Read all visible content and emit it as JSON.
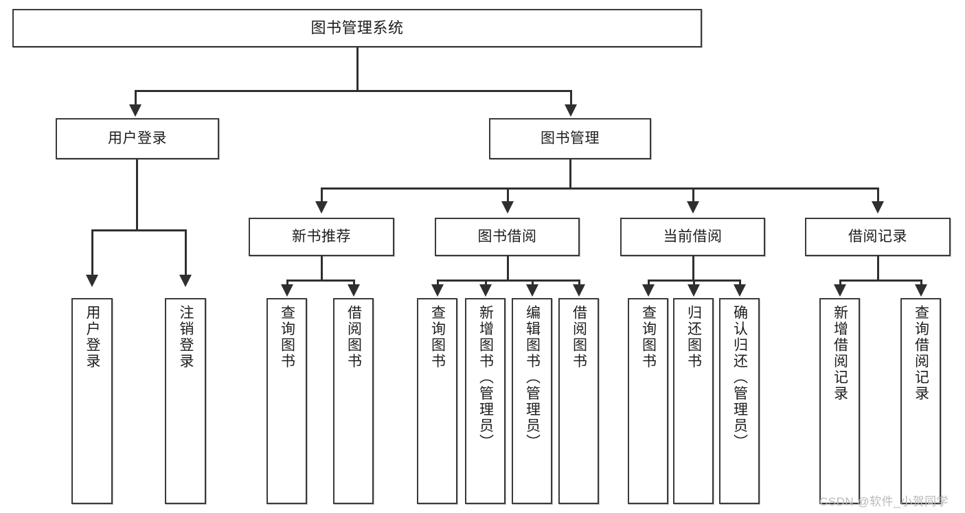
{
  "diagram": {
    "type": "tree-hierarchy",
    "title": "图书管理系统",
    "orientation": "top-down",
    "line_color": "#2f2f2f",
    "box_border_color": "#3a3a3a",
    "box_fill": "#ffffff",
    "text_color": "#1d1d1d"
  },
  "nodes": {
    "root": {
      "label": "图书管理系统",
      "level": 0
    },
    "level1": [
      {
        "id": "user-login",
        "label": "用户登录"
      },
      {
        "id": "book-manage",
        "label": "图书管理"
      }
    ],
    "level2": [
      {
        "id": "new-book-recommend",
        "label": "新书推荐",
        "parent": "book-manage"
      },
      {
        "id": "book-borrow",
        "label": "图书借阅",
        "parent": "book-manage"
      },
      {
        "id": "current-borrow",
        "label": "当前借阅",
        "parent": "book-manage"
      },
      {
        "id": "borrow-record",
        "label": "借阅记录",
        "parent": "book-manage"
      }
    ],
    "leaves": [
      {
        "id": "leaf-user-login",
        "label": "用户登录",
        "parent": "user-login"
      },
      {
        "id": "leaf-logout",
        "label": "注销登录",
        "parent": "user-login"
      },
      {
        "id": "leaf-query-book-1",
        "label": "查询图书",
        "parent": "new-book-recommend"
      },
      {
        "id": "leaf-borrow-book-1",
        "label": "借阅图书",
        "parent": "new-book-recommend"
      },
      {
        "id": "leaf-query-book-2",
        "label": "查询图书",
        "parent": "book-borrow"
      },
      {
        "id": "leaf-add-book",
        "label": "新增图书（管理员）",
        "parent": "book-borrow"
      },
      {
        "id": "leaf-edit-book",
        "label": "编辑图书（管理员）",
        "parent": "book-borrow"
      },
      {
        "id": "leaf-borrow-book-2",
        "label": "借阅图书",
        "parent": "book-borrow"
      },
      {
        "id": "leaf-query-book-3",
        "label": "查询图书",
        "parent": "current-borrow"
      },
      {
        "id": "leaf-return-book",
        "label": "归还图书",
        "parent": "current-borrow"
      },
      {
        "id": "leaf-confirm-return",
        "label": "确认归还（管理员）",
        "parent": "current-borrow"
      },
      {
        "id": "leaf-add-record",
        "label": "新增借阅记录",
        "parent": "borrow-record"
      },
      {
        "id": "leaf-query-record",
        "label": "查询借阅记录",
        "parent": "borrow-record"
      }
    ]
  },
  "watermark": {
    "text": "CSDN @软件_小贺同学"
  }
}
